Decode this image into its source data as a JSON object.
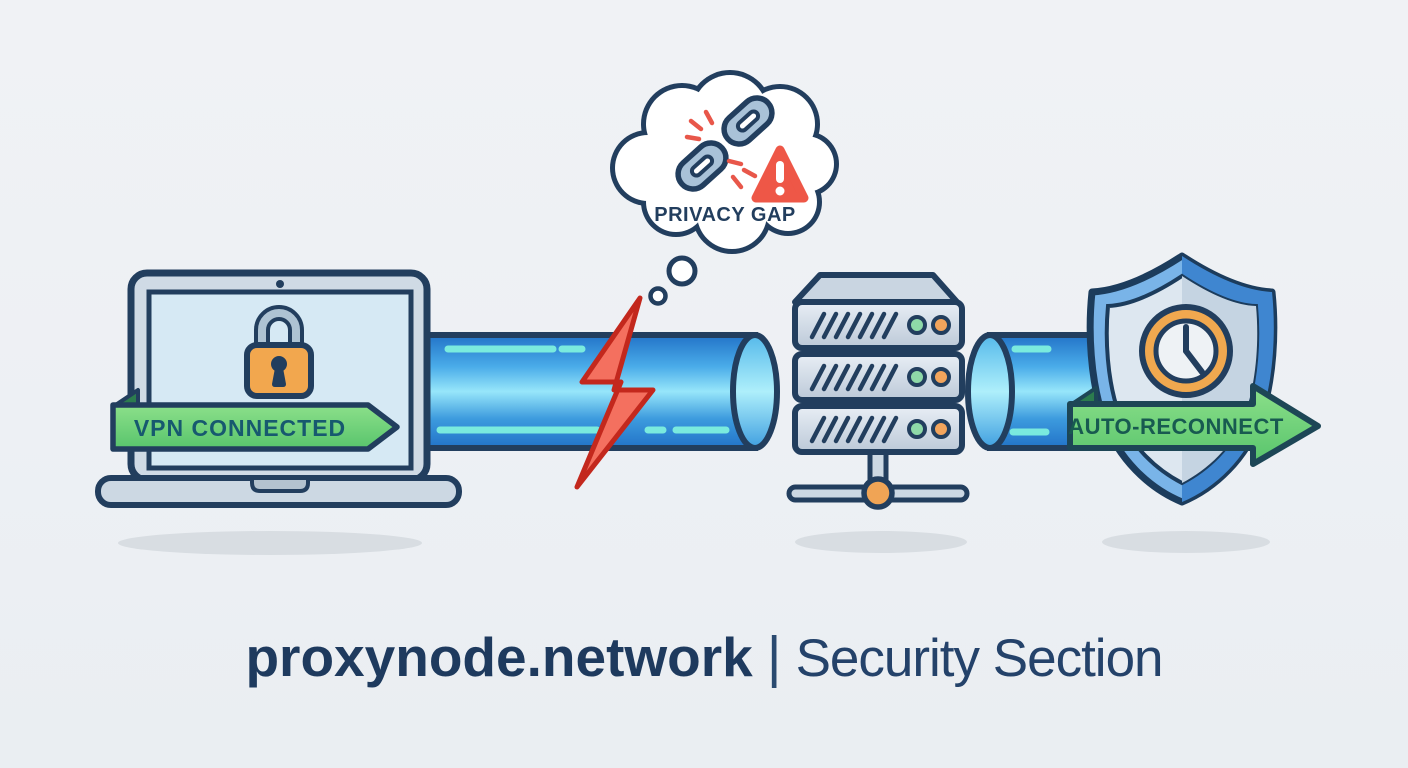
{
  "illustration": {
    "vpn_banner": {
      "label": "VPN CONNECTED"
    },
    "privacy_cloud": {
      "label": "PRIVACY GAP"
    },
    "reconnect_banner": {
      "label": "AUTO-RECONNECT"
    },
    "icons": [
      "laptop-icon",
      "padlock-icon",
      "vpn-tunnel-pipe-left",
      "lightning-bolt-icon",
      "thought-cloud",
      "broken-chain-icon",
      "warning-triangle-icon",
      "server-rack-icon",
      "network-node-icon",
      "vpn-tunnel-pipe-right",
      "shield-icon",
      "clock-icon",
      "arrow-banner"
    ],
    "colors": {
      "background": "#edf0f4",
      "outline_navy": "#223e5e",
      "tunnel_blue": "#45a8e8",
      "tunnel_highlight": "#7ef0df",
      "banner_green": "#6fd17a",
      "banner_fold_green": "#2c7c4e",
      "vpn_text": "#17596f",
      "reconnect_text": "#185a50",
      "alert_red": "#ee5747",
      "bolt_red": "#f4705f",
      "bolt_outline": "#c3281d",
      "lock_orange": "#f2a74e",
      "chain_blue": "#a9c2d8",
      "shield_blue_light": "#79b4e8",
      "shield_blue_dark": "#3f86d0",
      "clock_orange": "#f0a84f",
      "led_green": "#8ed9a8",
      "led_orange": "#f2a45c",
      "footer_navy": "#1e3a5e",
      "shadow_gray": "#d8dde2"
    }
  },
  "footer": {
    "brand": "proxynode.network",
    "separator": "|",
    "section": "Security Section"
  }
}
